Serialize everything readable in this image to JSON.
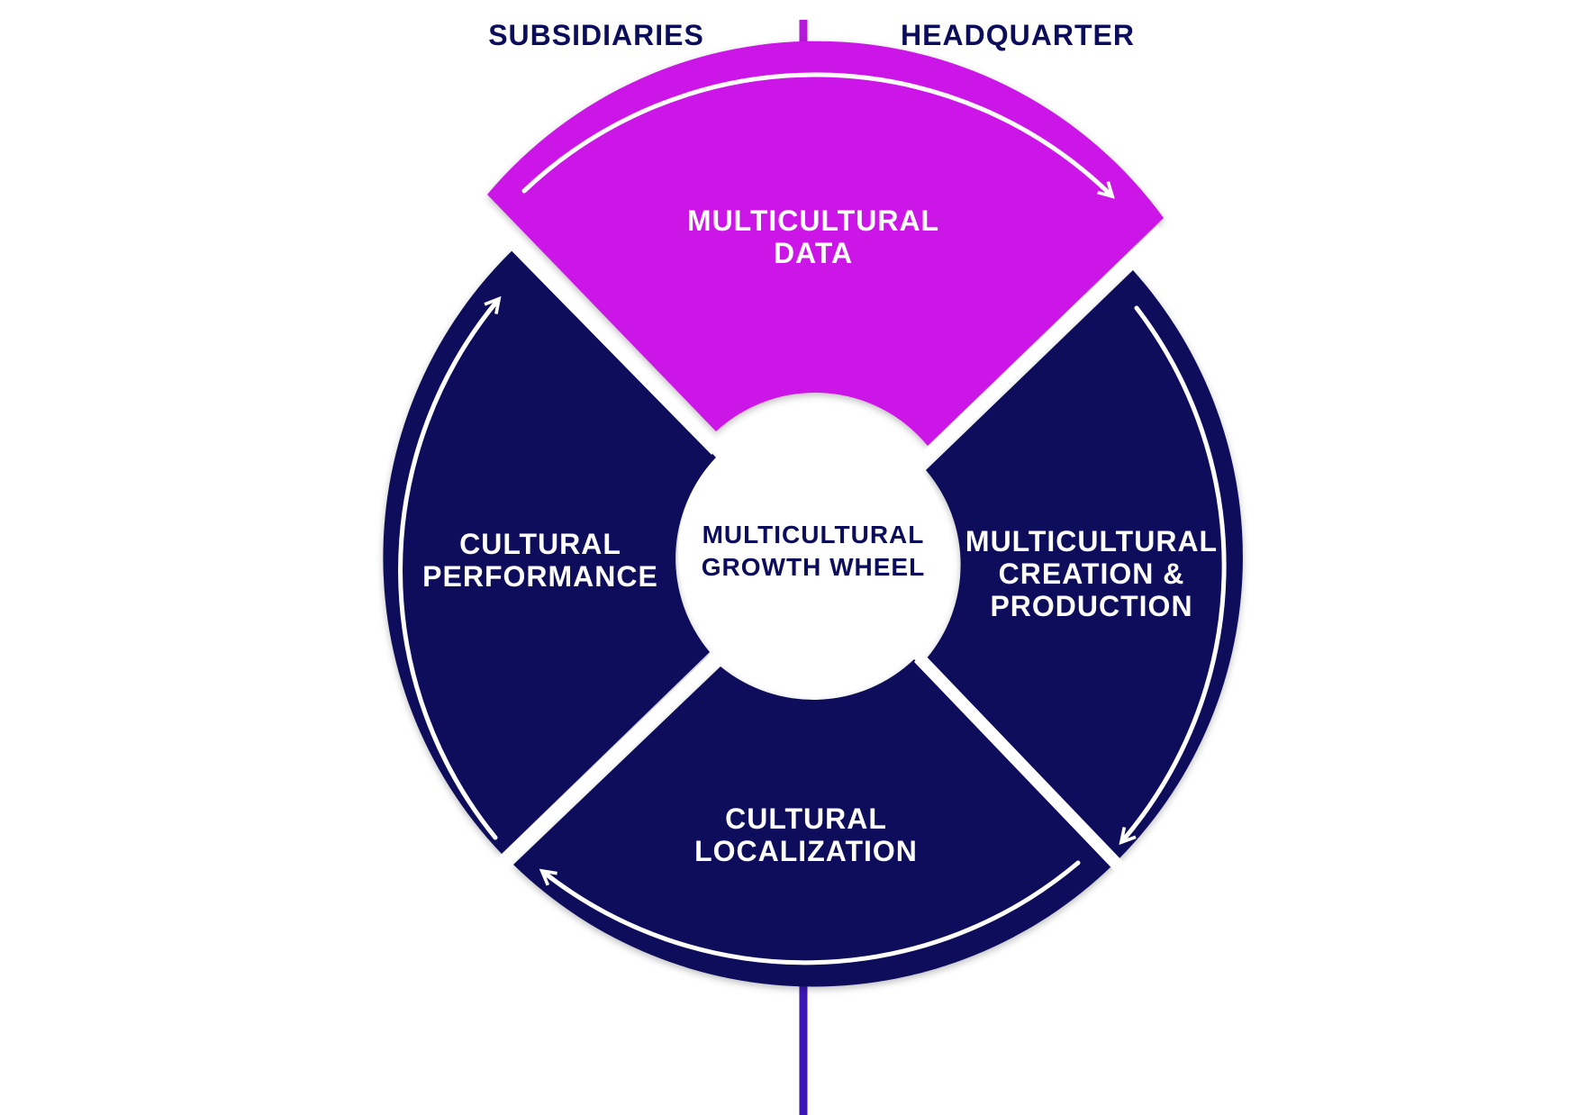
{
  "top_labels": {
    "left": "SUBSIDIARIES",
    "right": "HEADQUARTER"
  },
  "center": {
    "line1": "MULTICULTURAL",
    "line2": "GROWTH WHEEL"
  },
  "segments": [
    {
      "line1": "MULTICULTURAL",
      "line2": "DATA",
      "line3": ""
    },
    {
      "line1": "MULTICULTURAL",
      "line2": "CREATION &",
      "line3": "PRODUCTION"
    },
    {
      "line1": "CULTURAL",
      "line2": "LOCALIZATION",
      "line3": ""
    },
    {
      "line1": "CULTURAL",
      "line2": "PERFORMANCE",
      "line3": ""
    }
  ],
  "colors": {
    "navy": "#0b0c5c",
    "magenta": "#cc15e8",
    "axis_top": "#b418d8",
    "axis_bottom": "#3a16b4",
    "white": "#ffffff"
  }
}
